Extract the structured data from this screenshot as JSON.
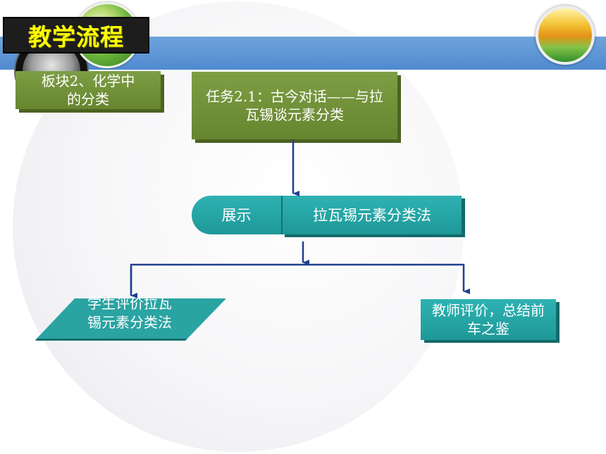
{
  "header": {
    "title": "教学流程"
  },
  "nodes": {
    "block": "板块2、化学中的分类",
    "task": "任务2.1：古今对话——与拉瓦锡谈元素分类",
    "show": "展示",
    "method": "拉瓦锡元素分类法",
    "student": "学生评价拉瓦锡元素分类法",
    "teacher": "教师评价，总结前车之鉴"
  },
  "colors": {
    "band": "#5b95d6",
    "green_box": "#7a9a42",
    "teal_box": "#27a8a8",
    "arrow": "#1f3f8f",
    "title_text": "#ffff00"
  }
}
